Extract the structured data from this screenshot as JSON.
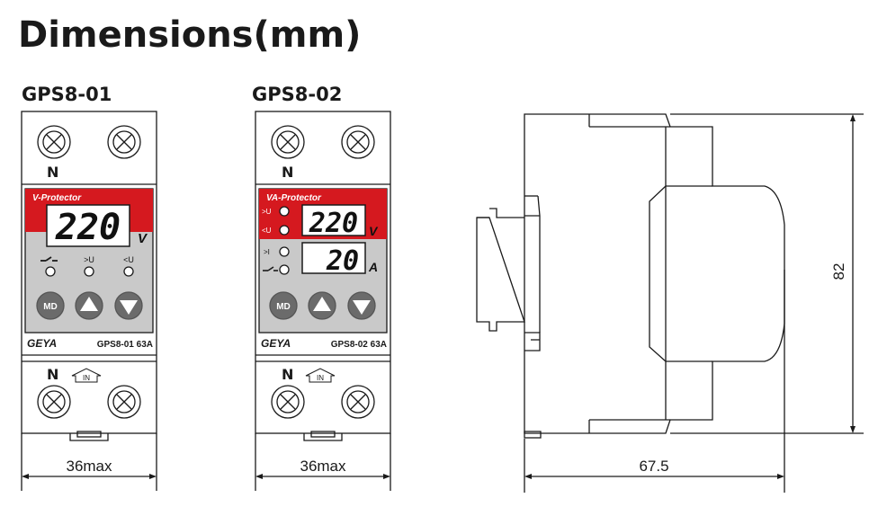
{
  "title": "Dimensions(mm)",
  "colors": {
    "line": "#1a1a1a",
    "brand_red": "#d5191f",
    "panel_gray": "#c9c9c9",
    "button_gray": "#6b6b6b",
    "display_bg": "#ffffff"
  },
  "devices": [
    {
      "model": "GPS8-01",
      "top_terminal_label": "N",
      "banner": "V-Protector",
      "display_value": "220",
      "display_unit": "V",
      "indicators": [
        {
          "icon": "switch-icon",
          "label": ""
        },
        {
          "icon": "led-icon",
          "label": ">U"
        },
        {
          "icon": "led-icon",
          "label": "<U"
        }
      ],
      "buttons": [
        "MD",
        "up-arrow-icon",
        "down-arrow-icon"
      ],
      "brand": "GEYA",
      "rating": "GPS8-01 63A",
      "bottom_terminal_label": "N",
      "in_label": "IN",
      "width_label": "36max"
    },
    {
      "model": "GPS8-02",
      "top_terminal_label": "N",
      "banner": "VA-Protector",
      "display_value": "220",
      "display_unit": "V",
      "display2_value": "20",
      "display2_unit": "A",
      "indicators": [
        {
          "icon": "led-icon",
          "label": ">U"
        },
        {
          "icon": "led-icon",
          "label": "<U"
        },
        {
          "icon": "led-icon",
          "label": ">I"
        },
        {
          "icon": "switch-icon",
          "label": ""
        }
      ],
      "buttons": [
        "MD",
        "up-arrow-icon",
        "down-arrow-icon"
      ],
      "brand": "GEYA",
      "rating": "GPS8-02 63A",
      "bottom_terminal_label": "N",
      "in_label": "IN",
      "width_label": "36max"
    }
  ],
  "side_view": {
    "depth_label": "67.5",
    "height_label": "82"
  }
}
